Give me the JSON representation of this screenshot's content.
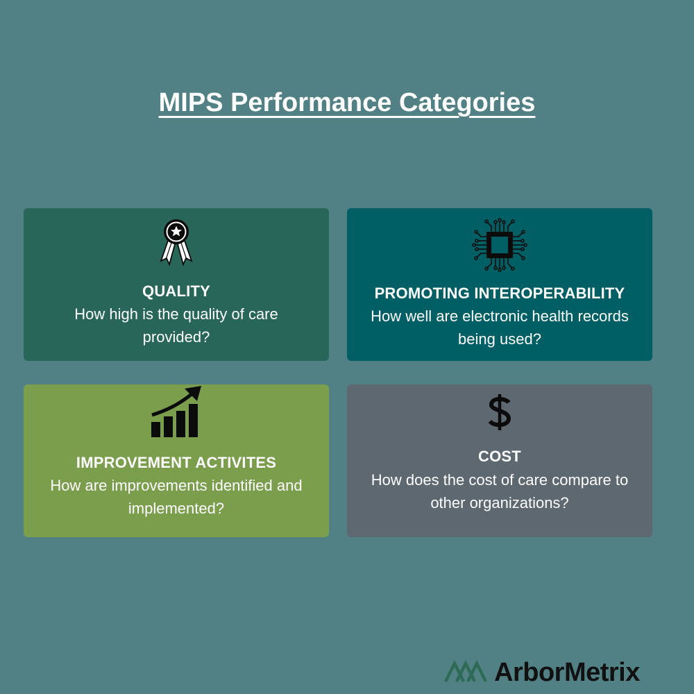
{
  "page": {
    "title": "MIPS Performance Categories",
    "background": "#518085"
  },
  "cards": {
    "quality": {
      "heading": "QUALITY",
      "description": "How high is the quality of care provided?",
      "icon": "award-ribbon-icon",
      "color": "#276658"
    },
    "interoperability": {
      "heading": "PROMOTING INTEROPERABILITY",
      "description": "How well are electronic health records being used?",
      "icon": "microchip-icon",
      "color": "#005f64"
    },
    "improvement": {
      "heading": "IMPROVEMENT ACTIVITES",
      "description": "How are improvements identified and implemented?",
      "icon": "growth-chart-icon",
      "color": "#7a9e4c"
    },
    "cost": {
      "heading": "COST",
      "description": "How does the cost of care compare to other organizations?",
      "icon": "dollar-sign-icon",
      "color": "#5d6871"
    }
  },
  "brand": {
    "name": "ArborMetrix",
    "mark_color": "#2e6b57"
  }
}
